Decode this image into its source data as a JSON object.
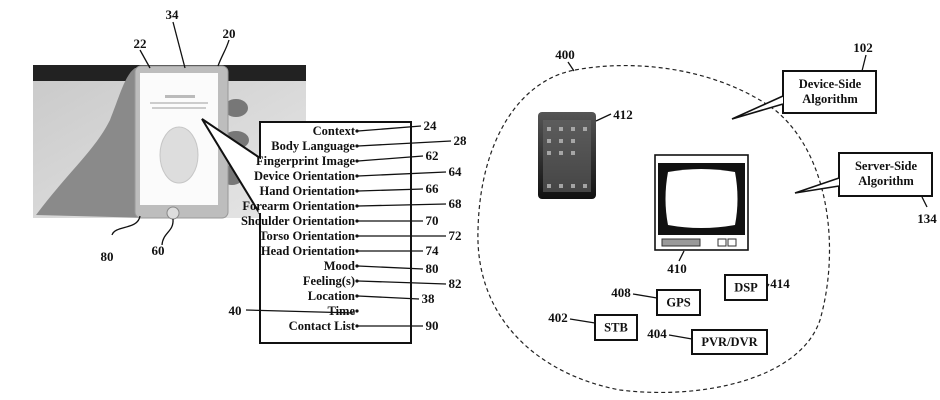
{
  "figure": {
    "phone_labels": {
      "device": "20",
      "screen": "22",
      "top": "34",
      "home_button": "60",
      "edge": "80"
    },
    "attributes": [
      {
        "label": "Context",
        "ref": "24"
      },
      {
        "label": "Body Language",
        "ref": "28"
      },
      {
        "label": "Fingerprint Image",
        "ref": "62"
      },
      {
        "label": "Device Orientation",
        "ref": "64"
      },
      {
        "label": "Hand Orientation",
        "ref": "66"
      },
      {
        "label": "Forearm Orientation",
        "ref": "68"
      },
      {
        "label": "Shoulder Orientation",
        "ref": "70"
      },
      {
        "label": "Torso Orientation",
        "ref": "72"
      },
      {
        "label": "Head Orientation",
        "ref": "74"
      },
      {
        "label": "Mood",
        "ref": "80"
      },
      {
        "label": "Feeling(s)",
        "ref": "82"
      },
      {
        "label": "Location",
        "ref": "38"
      },
      {
        "label": "Time",
        "ref": "40"
      },
      {
        "label": "Contact List",
        "ref": "90"
      }
    ],
    "environment": {
      "ref": "400",
      "device_side": {
        "line1": "Device-Side",
        "line2": "Algorithm",
        "ref": "102"
      },
      "server_side": {
        "line1": "Server-Side",
        "line2": "Algorithm",
        "ref": "134"
      },
      "tablet_ref": "412",
      "tv_ref": "410",
      "boxes": [
        {
          "label": "GPS",
          "ref": "408"
        },
        {
          "label": "DSP",
          "ref": "414"
        },
        {
          "label": "STB",
          "ref": "402"
        },
        {
          "label": "PVR/DVR",
          "ref": "404"
        }
      ]
    }
  }
}
